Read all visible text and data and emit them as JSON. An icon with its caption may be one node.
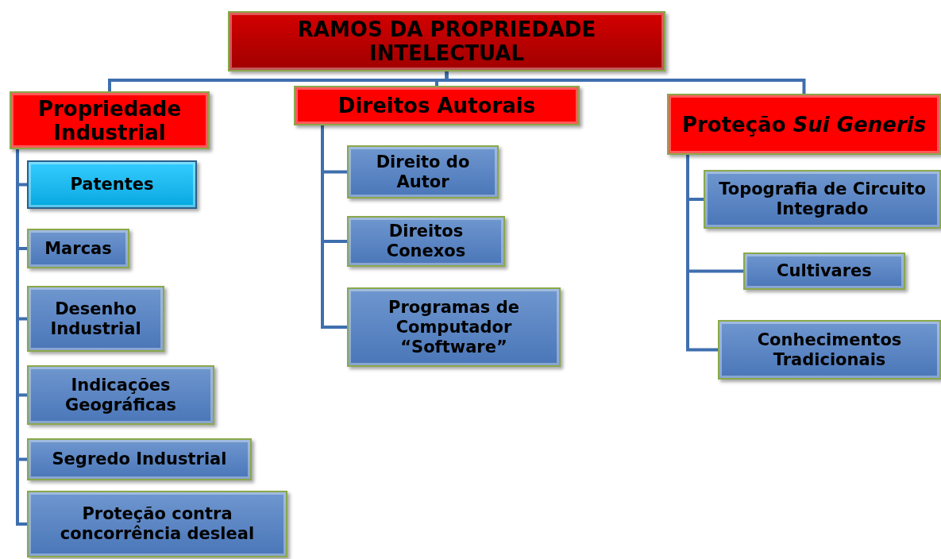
{
  "diagram": {
    "nodes": [
      {
        "text": [
          "RAMOS DA PROPRIEDADE INTELECTUAL"
        ]
      },
      {
        "text": [
          "Propriedade Industrial"
        ]
      },
      {
        "text": [
          "Direitos Autorais"
        ]
      },
      {
        "text": [
          "Proteção *Sui Generis*"
        ]
      },
      {
        "text": [
          "Patentes"
        ]
      },
      {
        "text": [
          "Marcas"
        ]
      },
      {
        "text": [
          "Desenho Industrial"
        ]
      },
      {
        "text": [
          "Indicações Geográficas"
        ]
      },
      {
        "text": [
          "Segredo Industrial"
        ]
      },
      {
        "text": [
          "Proteção contra concorrência desleal"
        ]
      },
      {
        "text": [
          "Direito do Autor"
        ]
      },
      {
        "text": [
          "Direitos Conexos"
        ]
      },
      {
        "text": [
          "Programas de Computador “Software”"
        ]
      },
      {
        "text": [
          "Topografia de Circuito Integrado"
        ]
      },
      {
        "text": [
          "Cultivares"
        ]
      },
      {
        "text": [
          "Conhecimentos Tradicionais"
        ]
      }
    ],
    "edges": [
      {
        "from": 0,
        "to": 1,
        "arrow": "none"
      },
      {
        "from": 0,
        "to": 2,
        "arrow": "none"
      },
      {
        "from": 0,
        "to": 3,
        "arrow": "none"
      },
      {
        "from": 1,
        "to": 4,
        "arrow": "none"
      },
      {
        "from": 1,
        "to": 5,
        "arrow": "none"
      },
      {
        "from": 1,
        "to": 6,
        "arrow": "none"
      },
      {
        "from": 1,
        "to": 7,
        "arrow": "none"
      },
      {
        "from": 1,
        "to": 8,
        "arrow": "none"
      },
      {
        "from": 1,
        "to": 9,
        "arrow": "none"
      },
      {
        "from": 2,
        "to": 10,
        "arrow": "none"
      },
      {
        "from": 2,
        "to": 11,
        "arrow": "none"
      },
      {
        "from": 2,
        "to": 12,
        "arrow": "none"
      },
      {
        "from": 3,
        "to": 13,
        "arrow": "none"
      },
      {
        "from": 3,
        "to": 14,
        "arrow": "none"
      },
      {
        "from": 3,
        "to": 15,
        "arrow": "none"
      }
    ]
  }
}
